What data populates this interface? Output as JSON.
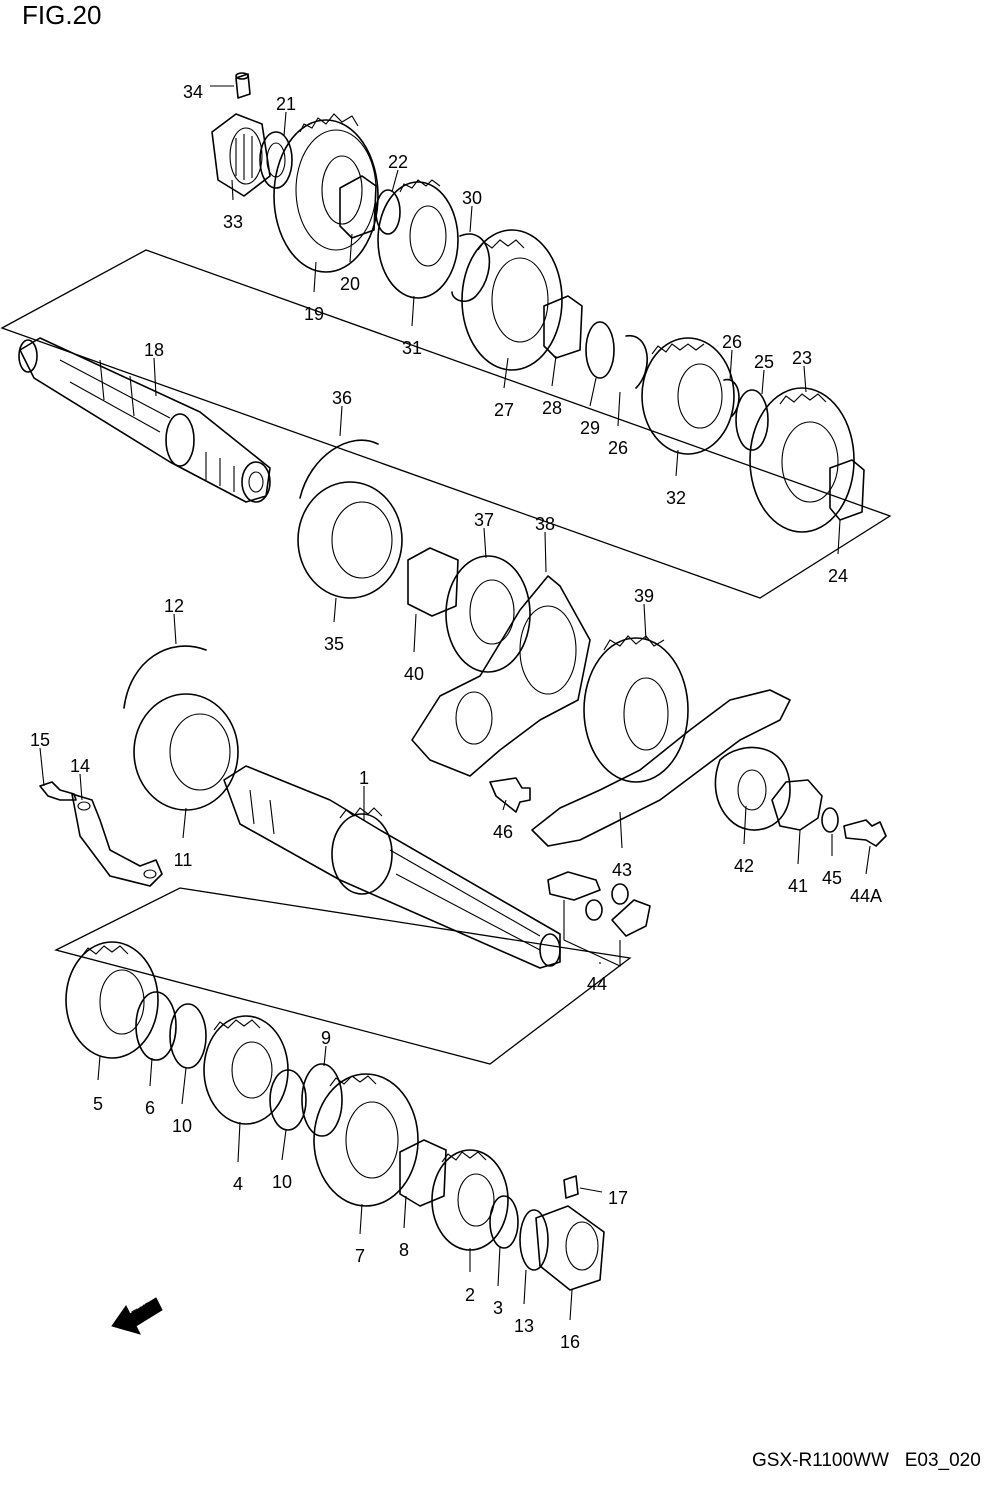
{
  "figure_label": "FIG.20",
  "footer_text": "GSX-R1100WW   E03_020",
  "direction_badge": "FWD",
  "parts": [
    {
      "id": "1"
    },
    {
      "id": "2"
    },
    {
      "id": "3"
    },
    {
      "id": "4"
    },
    {
      "id": "5"
    },
    {
      "id": "6"
    },
    {
      "id": "7"
    },
    {
      "id": "8"
    },
    {
      "id": "9"
    },
    {
      "id": "10"
    },
    {
      "id": "10"
    },
    {
      "id": "11"
    },
    {
      "id": "12"
    },
    {
      "id": "13"
    },
    {
      "id": "14"
    },
    {
      "id": "15"
    },
    {
      "id": "16"
    },
    {
      "id": "17"
    },
    {
      "id": "18"
    },
    {
      "id": "19"
    },
    {
      "id": "20"
    },
    {
      "id": "21"
    },
    {
      "id": "22"
    },
    {
      "id": "23"
    },
    {
      "id": "24"
    },
    {
      "id": "25"
    },
    {
      "id": "26"
    },
    {
      "id": "26"
    },
    {
      "id": "27"
    },
    {
      "id": "28"
    },
    {
      "id": "29"
    },
    {
      "id": "30"
    },
    {
      "id": "31"
    },
    {
      "id": "32"
    },
    {
      "id": "33"
    },
    {
      "id": "34"
    },
    {
      "id": "35"
    },
    {
      "id": "36"
    },
    {
      "id": "37"
    },
    {
      "id": "38"
    },
    {
      "id": "39"
    },
    {
      "id": "40"
    },
    {
      "id": "41"
    },
    {
      "id": "42"
    },
    {
      "id": "43"
    },
    {
      "id": "44"
    },
    {
      "id": "44A"
    },
    {
      "id": "45"
    },
    {
      "id": "46"
    }
  ]
}
